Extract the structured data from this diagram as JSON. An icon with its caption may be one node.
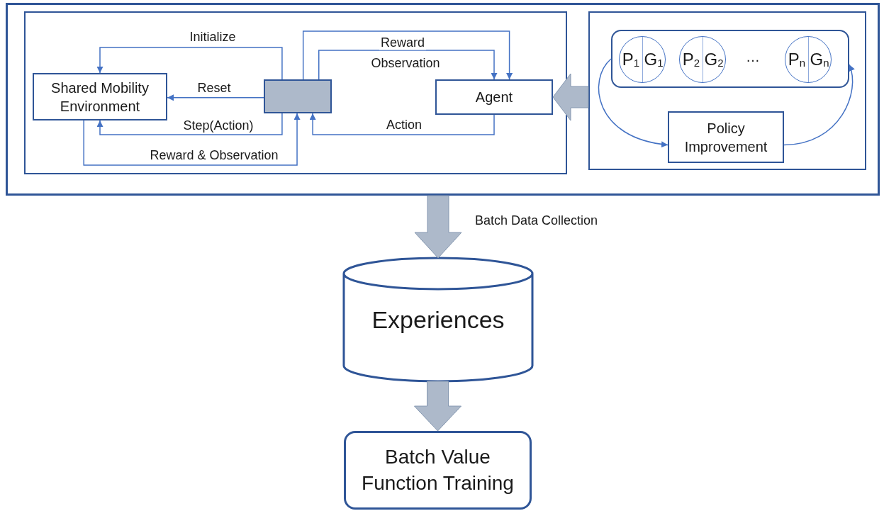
{
  "diagram": {
    "nodes": [
      {
        "text": [],
        "shape": "box"
      },
      {
        "text": [],
        "shape": "box",
        "in": 0
      },
      {
        "text": [],
        "shape": "box",
        "in": 0
      },
      {
        "text": [
          "Shared Mobility Environment"
        ],
        "in": 1
      },
      {
        "text": [],
        "shape": "box",
        "in": 1
      },
      {
        "text": [
          "Agent"
        ],
        "in": 1
      },
      {
        "text": [],
        "shape": "box",
        "in": 2
      },
      {
        "text": [
          "P$_{1}$",
          "G$_{1}$"
        ],
        "in": 6
      },
      {
        "text": [
          "P$_{2}$",
          "G$_{2}$"
        ],
        "in": 6
      },
      {
        "text": [
          "P$_{n}$",
          "G$_{n}$"
        ],
        "in": 6
      },
      {
        "text": [
          "Policy Improvement"
        ],
        "in": 2
      },
      {
        "text": [
          "Experiences"
        ]
      },
      {
        "text": [
          "Batch Value Function Training"
        ]
      }
    ],
    "edges": [
      {
        "from": 4,
        "to": 3,
        "arrow": "to",
        "label": "Initialize"
      },
      {
        "from": 4,
        "to": 3,
        "arrow": "to",
        "label": "Reset"
      },
      {
        "from": 4,
        "to": 3,
        "arrow": "to",
        "label": "Step(Action)"
      },
      {
        "from": 3,
        "to": 4,
        "arrow": "to",
        "label": "Reward & Observation"
      },
      {
        "from": 4,
        "to": 5,
        "arrow": "to",
        "label": "Reward"
      },
      {
        "from": 4,
        "to": 5,
        "arrow": "to",
        "label": "Observation"
      },
      {
        "from": 5,
        "to": 4,
        "arrow": "to",
        "label": "Action"
      },
      {
        "from": 2,
        "to": 5,
        "arrow": "to",
        "style": "thick",
        "color": "#adb9ca"
      },
      {
        "from": 6,
        "to": 10,
        "arrow": "to"
      },
      {
        "from": 10,
        "to": 6,
        "arrow": "to"
      },
      {
        "from": 0,
        "to": 11,
        "arrow": "to",
        "label": "Batch Data Collection",
        "style": "thick",
        "color": "#adb9ca"
      },
      {
        "from": 11,
        "to": 12,
        "arrow": "to",
        "style": "thick",
        "color": "#adb9ca"
      }
    ],
    "labels": [
      "…"
    ]
  }
}
